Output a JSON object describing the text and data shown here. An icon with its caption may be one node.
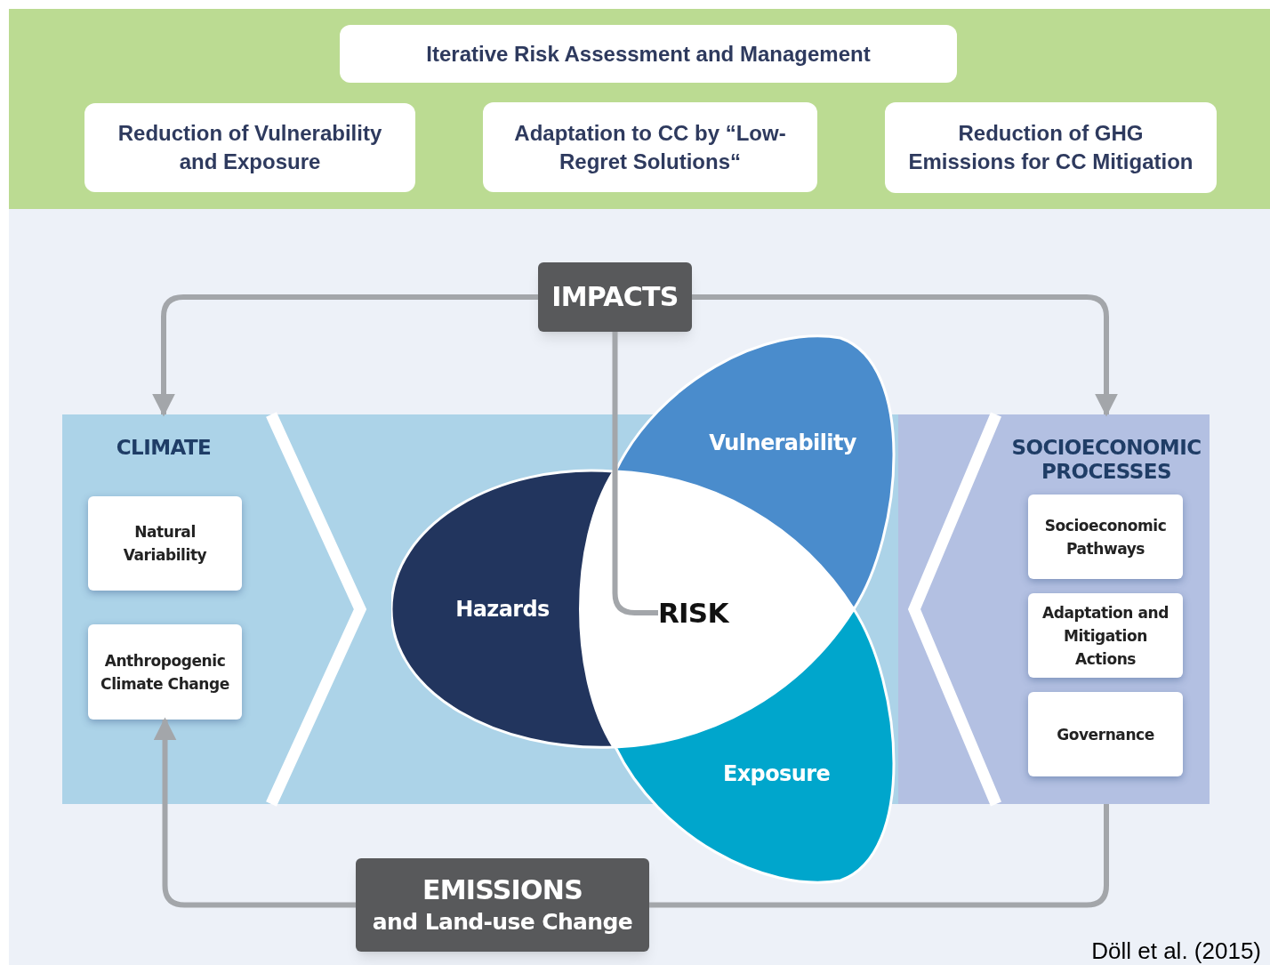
{
  "diagram": {
    "nodes": [
      {
        "text": [
          "Iterative Risk Assessment and Management"
        ]
      },
      {
        "text": [
          "Reduction of Vulnerability and Exposure"
        ]
      },
      {
        "text": [
          "Adaptation to CC by “Low-Regret Solutions“"
        ]
      },
      {
        "text": [
          "Reduction of GHG Emissions for CC Mitigation"
        ]
      },
      {
        "text": [
          "IMPACTS"
        ]
      },
      {
        "text": [
          "CLIMATE"
        ]
      },
      {
        "text": [
          "Natural Variability"
        ],
        "in": 5
      },
      {
        "text": [
          "Anthropogenic Climate Change"
        ],
        "in": 5
      },
      {
        "text": [
          "SOCIOECONOMIC PROCESSES"
        ]
      },
      {
        "text": [
          "Socioeconomic Pathways"
        ],
        "in": 8
      },
      {
        "text": [
          "Adaptation and Mitigation Actions"
        ],
        "in": 8
      },
      {
        "text": [
          "Governance"
        ],
        "in": 8
      },
      {
        "text": [
          "Hazards"
        ]
      },
      {
        "text": [
          "Vulnerability"
        ]
      },
      {
        "text": [
          "Exposure"
        ]
      },
      {
        "text": [
          "RISK"
        ]
      },
      {
        "text": [
          "EMISSIONS",
          "and Land-use Change"
        ]
      }
    ],
    "edges": [
      {
        "from": 4,
        "to": 5,
        "arrow": "to"
      },
      {
        "from": 4,
        "to": 8,
        "arrow": "to"
      },
      {
        "from": 4,
        "to": 15,
        "arrow": "none"
      },
      {
        "from": 16,
        "to": 7,
        "arrow": "to"
      },
      {
        "from": 8,
        "to": 16,
        "arrow": "none"
      }
    ],
    "labels": [
      "Döll et al. (2015)"
    ]
  }
}
